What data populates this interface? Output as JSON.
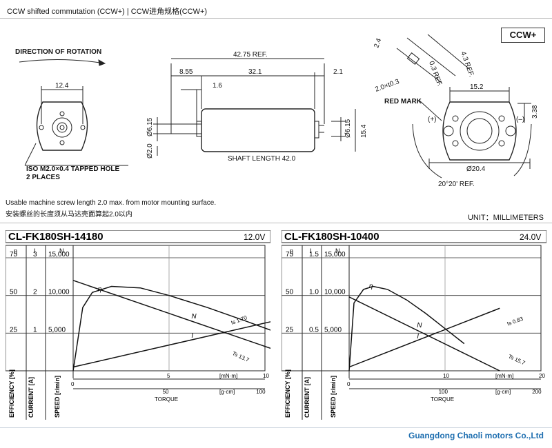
{
  "header": {
    "title": "CCW shifted commutation (CCW+) | CCW进角规格(CCW+)",
    "badge": "CCW+"
  },
  "drawing": {
    "direction_label": "DIRECTION OF ROTATION",
    "dim_12_4": "12.4",
    "tapped_hole": "ISO M2.0×0.4 TAPPED HOLE",
    "places": "2 PLACES",
    "dim_42_75": "42.75 REF.",
    "dim_8_55": "8.55",
    "dim_32_1": "32.1",
    "dim_2_1": "2.1",
    "dim_1_6": "1.6",
    "dim_d615_l": "Ø6.15",
    "dim_d20": "Ø2.0",
    "dim_d615_r": "Ø6.15",
    "dim_15_4": "15.4",
    "shaft_length": "SHAFT LENGTH  42.0",
    "dim_2_4": "2.4",
    "dim_2x03": "2.0×t0.3",
    "dim_03ref": "0.3 REF.",
    "dim_43ref": "4.3 REF.",
    "red_mark": "RED MARK",
    "dim_15_2": "15.2",
    "dim_3_38": "3.38",
    "plus": "(+)",
    "minus": "(–)",
    "dim_d204": "Ø20.4",
    "angle": "20°20' REF."
  },
  "notes": {
    "en": "Usable machine screw length 2.0 max. from motor mounting surface.",
    "cn": "安装螺丝的长度须从马达壳面算起2.0以内",
    "unit": "UNIT：MILLIMETERS"
  },
  "charts": [
    {
      "model": "CL-FK180SH-14180",
      "voltage": "12.0V",
      "col_heads": [
        "η",
        "I",
        "N"
      ],
      "rows": [
        {
          "eff": "75",
          "cur": "3",
          "spd": "15,000"
        },
        {
          "eff": "50",
          "cur": "2",
          "spd": "10,000"
        },
        {
          "eff": "25",
          "cur": "1",
          "spd": "5,000"
        }
      ],
      "x_mnm_ticks": [
        "5",
        "10"
      ],
      "x_gcm_ticks": [
        "50",
        "100"
      ],
      "zero": "0",
      "unit_mnm": "[mN·m]",
      "unit_gcm": "[g·cm]",
      "torque": "TORQUE",
      "curve_labels": {
        "eta": "η",
        "n": "N",
        "i": "I"
      },
      "is_label": "Is 1.70",
      "ts_label": "Ts 13.7"
    },
    {
      "model": "CL-FK180SH-10400",
      "voltage": "24.0V",
      "col_heads": [
        "η",
        "I",
        "N"
      ],
      "rows": [
        {
          "eff": "75",
          "cur": "1.5",
          "spd": "15,000"
        },
        {
          "eff": "50",
          "cur": "1.0",
          "spd": "10,000"
        },
        {
          "eff": "25",
          "cur": "0.5",
          "spd": "5,000"
        }
      ],
      "x_mnm_ticks": [
        "10",
        "20"
      ],
      "x_gcm_ticks": [
        "100",
        "200"
      ],
      "zero": "0",
      "unit_mnm": "[mN·m]",
      "unit_gcm": "[g·cm]",
      "torque": "TORQUE",
      "curve_labels": {
        "eta": "η",
        "n": "N",
        "i": "I"
      },
      "is_label": "Is 0.83",
      "ts_label": "Ts 15.7"
    }
  ],
  "axis_titles": {
    "efficiency": "EFFICIENCY [%]",
    "current": "CURRENT [A]",
    "speed": "SPEED [r/min]"
  },
  "footer": "Guangdong Chaoli motors Co.,Ltd",
  "chart_data": [
    {
      "type": "line",
      "title": "CL-FK180SH-14180",
      "xlabel": "TORQUE [mN·m]",
      "xlim": [
        0,
        10
      ],
      "series": [
        {
          "name": "N",
          "x": [
            0,
            13.7
          ],
          "y": [
            12000,
            0
          ]
        },
        {
          "name": "I",
          "x": [
            0,
            13.7
          ],
          "y": [
            0.1,
            1.7
          ]
        },
        {
          "name": "η",
          "x": [
            0,
            0.5,
            1,
            2,
            3.5,
            5,
            7,
            9,
            10.5
          ],
          "y": [
            0,
            42,
            52,
            56,
            55,
            50,
            42,
            33,
            26
          ]
        }
      ]
    },
    {
      "type": "line",
      "title": "CL-FK180SH-10400",
      "xlabel": "TORQUE [mN·m]",
      "xlim": [
        0,
        20
      ],
      "series": [
        {
          "name": "N",
          "x": [
            0,
            15.7
          ],
          "y": [
            9800,
            0
          ]
        },
        {
          "name": "I",
          "x": [
            0,
            15.7
          ],
          "y": [
            0.05,
            0.83
          ]
        },
        {
          "name": "η",
          "x": [
            0,
            0.5,
            1.5,
            2.5,
            4,
            6,
            8,
            10,
            12
          ],
          "y": [
            0,
            45,
            54,
            56,
            54,
            47,
            38,
            28,
            18
          ]
        }
      ]
    }
  ]
}
